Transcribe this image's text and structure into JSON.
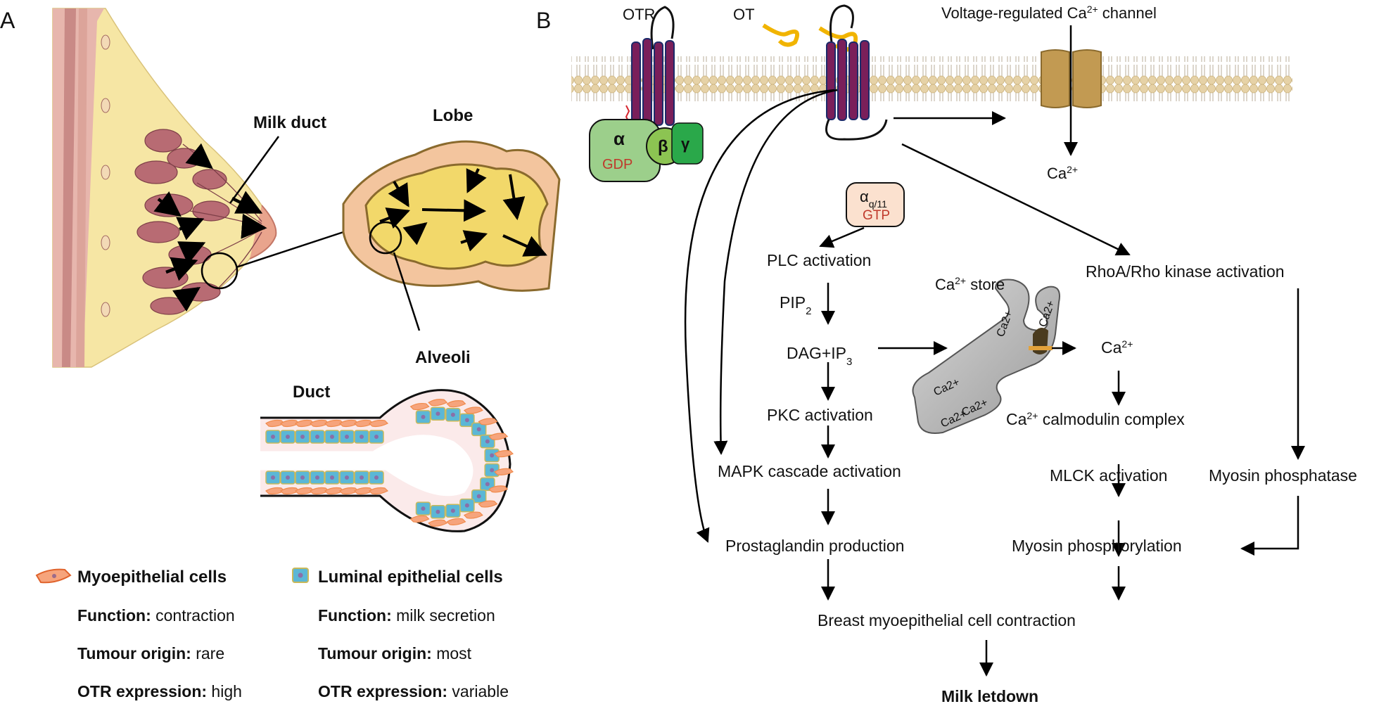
{
  "panels": {
    "a": "A",
    "b": "B"
  },
  "panel_a": {
    "milk_duct": "Milk duct",
    "lobe": "Lobe",
    "alveoli": "Alveoli",
    "duct": "Duct",
    "legend": {
      "myo": {
        "title": "Myoepithelial cells",
        "function_key": "Function:",
        "function_val": " contraction",
        "tumour_key": "Tumour origin:",
        "tumour_val": " rare",
        "otr_key": "OTR expression:",
        "otr_val": " high"
      },
      "lum": {
        "title": "Luminal epithelial cells",
        "function_key": "Function:",
        "function_val": " milk secretion",
        "tumour_key": "Tumour origin:",
        "tumour_val": " most",
        "otr_key": "OTR expression:",
        "otr_val": " variable"
      }
    }
  },
  "panel_b": {
    "otr": "OTR",
    "ot": "OT",
    "channel_main": "Voltage-regulated Ca",
    "channel_sup": "2+",
    "channel_tail": " channel",
    "g_alpha": "α",
    "g_beta": "β",
    "g_gamma": "γ",
    "gdp": "GDP",
    "aq_main": "α",
    "aq_sub": "q/11",
    "gtp": "GTP",
    "ca_in_main": "Ca",
    "ca_in_sup": "2+",
    "plc": "PLC activation",
    "pip_main": "PIP",
    "pip_sub": "2",
    "dag_main": "DAG+IP",
    "dag_sub": "3",
    "pkc": "PKC activation",
    "mapk": "MAPK cascade activation",
    "prostaglandin": "Prostaglandin production",
    "store_main": "Ca",
    "store_sup": "2+",
    "store_tail": " store",
    "store_ca": "Ca2+",
    "ca_rel_main": "Ca",
    "ca_rel_sup": "2+",
    "calm_main": "Ca",
    "calm_sup": "2+",
    "calm_tail": " calmodulin complex",
    "mlck": "MLCK activation",
    "myosin_phos": "Myosin phosphorylation",
    "rhoa": "RhoA/Rho kinase activation",
    "myosin_phosphatase": "Myosin phosphatase",
    "contraction": "Breast myoepithelial cell contraction",
    "letdown": "Milk letdown"
  },
  "colors": {
    "membrane_head": "#e3cfa5",
    "breast_fill": "#f6e6a4",
    "lobule": "#b86b73",
    "lobe_inner": "#f2d86a",
    "lobe_outer": "#f3c59e",
    "myo_cell": "#f08a4c",
    "luminal_cell": "#5bb7d6",
    "g_alpha": "#9ccf8b",
    "g_beta": "#8cc452",
    "g_gamma": "#2aa84a",
    "gtp_box": "#fbe1cf",
    "receptor": "#7a1f5a",
    "oxytocin": "#f1b400",
    "store": "#a9a9a9"
  }
}
